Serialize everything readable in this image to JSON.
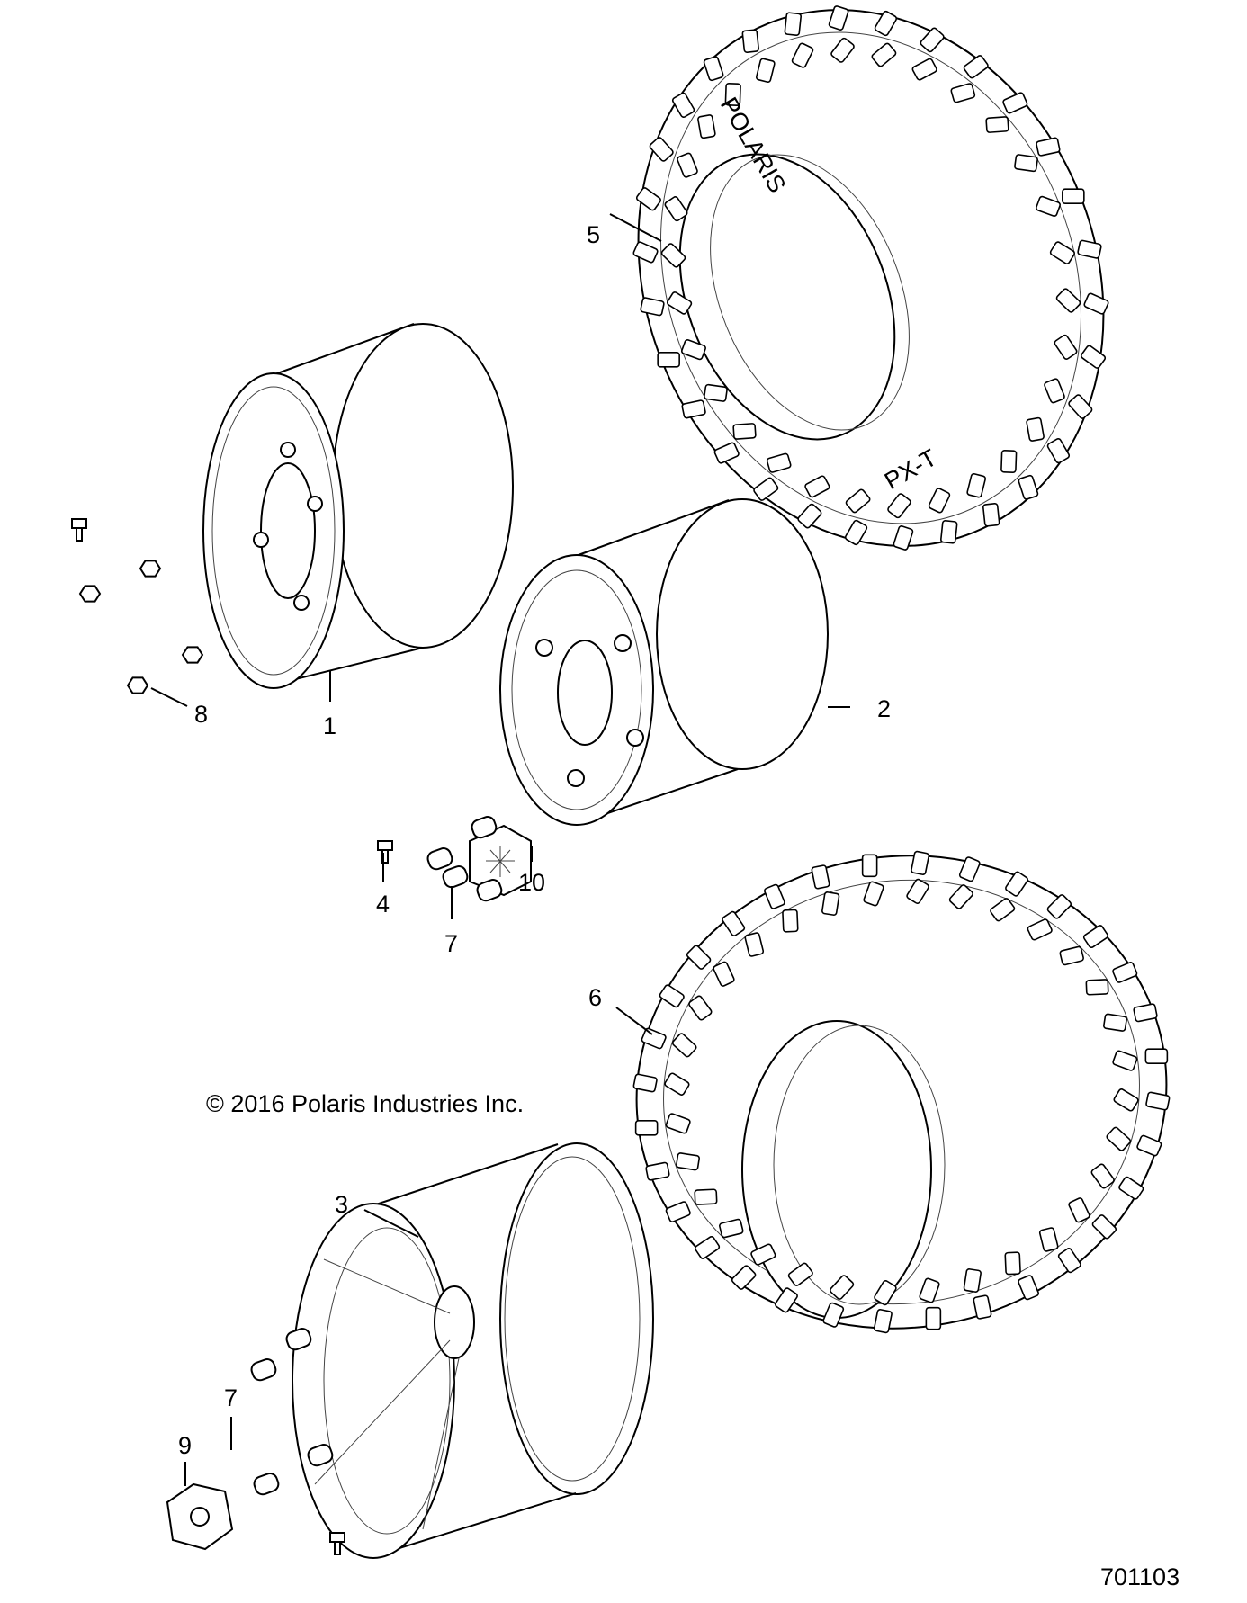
{
  "callouts": {
    "c1": "1",
    "c2": "2",
    "c3": "3",
    "c4": "4",
    "c5": "5",
    "c6": "6",
    "c7a": "7",
    "c7b": "7",
    "c8": "8",
    "c9": "9",
    "c10": "10"
  },
  "copyright": "© 2016 Polaris Industries Inc.",
  "diagram_number": "701103",
  "tire_sidewall_text": {
    "brand": "POLARIS",
    "model": "PX-T"
  }
}
